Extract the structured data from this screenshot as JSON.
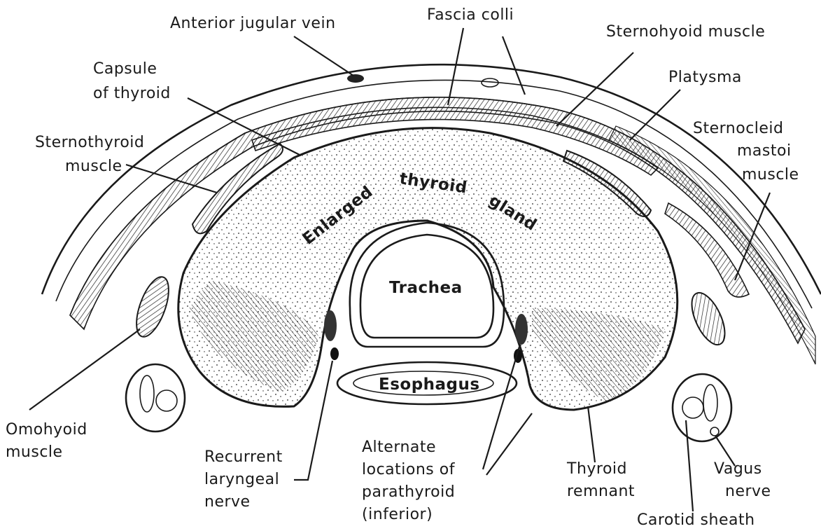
{
  "labels": {
    "anterior_jugular_vein": "Anterior jugular vein",
    "fascia_colli": "Fascia colli",
    "sternohyoid_muscle": "Sternohyoid muscle",
    "capsule_of_thyroid": [
      "Capsule",
      "of thyroid"
    ],
    "platysma": "Platysma",
    "sternothyroid_muscle": [
      "Sternothyroid",
      "muscle"
    ],
    "sternocleidomastoid_muscle": [
      "Sternocleid",
      "mastoi",
      "muscle"
    ],
    "enlarged": "Enlarged",
    "thyroid": "thyroid",
    "gland": "gland",
    "trachea": "Trachea",
    "esophagus": "Esophagus",
    "omohyoid_muscle": [
      "Omohyoid",
      "muscle"
    ],
    "recurrent_laryngeal_nerve": [
      "Recurrent",
      "laryngeal",
      "nerve"
    ],
    "alternate_locations": [
      "Alternate",
      "locations of",
      "parathyroid",
      "(inferior)"
    ],
    "thyroid_remnant": [
      "Thyroid",
      "remnant"
    ],
    "vagus_nerve": [
      "Vagus",
      "nerve"
    ],
    "carotid_sheath": "Carotid sheath"
  },
  "colors": {
    "ink": "#1a1a1a",
    "paper": "#ffffff"
  }
}
